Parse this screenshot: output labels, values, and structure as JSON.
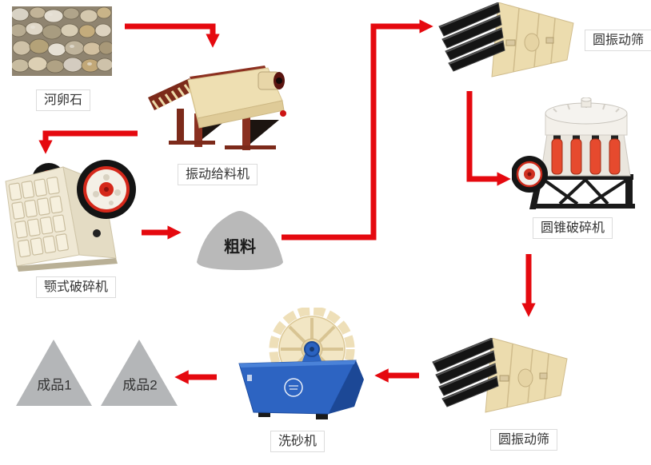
{
  "diagram_type": "process-flow",
  "nodes": {
    "pebbles": {
      "label": "河卵石"
    },
    "feeder": {
      "label": "振动给料机"
    },
    "jaw_crusher": {
      "label": "颚式破碎机"
    },
    "coarse": {
      "label": "粗料"
    },
    "screen_top": {
      "label": "圆振动筛"
    },
    "cone_crusher": {
      "label": "圆锥破碎机"
    },
    "screen_bottom": {
      "label": "圆振动筛"
    },
    "sand_washer": {
      "label": "洗砂机"
    },
    "product1": {
      "label": "成品1"
    },
    "product2": {
      "label": "成品2"
    }
  },
  "edges": [
    {
      "from": "pebbles",
      "to": "feeder"
    },
    {
      "from": "feeder",
      "to": "jaw_crusher"
    },
    {
      "from": "jaw_crusher",
      "to": "coarse"
    },
    {
      "from": "coarse",
      "to": "screen_top"
    },
    {
      "from": "screen_top",
      "to": "cone_crusher"
    },
    {
      "from": "cone_crusher",
      "to": "screen_bottom"
    },
    {
      "from": "screen_bottom",
      "to": "sand_washer"
    },
    {
      "from": "sand_washer",
      "to": "products"
    }
  ],
  "colors": {
    "arrow_red": "#e5090f",
    "shape_gray": "#b7b8ba",
    "label_border": "#dcdcdc",
    "label_text": "#333333",
    "machine_cream": "#ecdcae",
    "machine_maroon": "#7c2a1a",
    "washer_blue": "#2d64c2",
    "accent_red": "#e04828",
    "screen_black": "#141414"
  }
}
